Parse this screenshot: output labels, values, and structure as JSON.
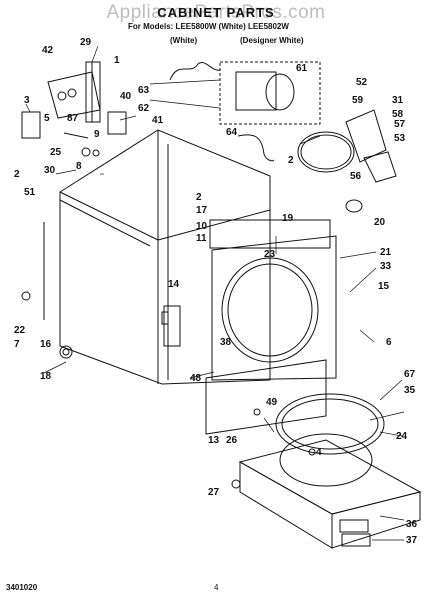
{
  "watermark": "AppliancePartsPros.com",
  "header": {
    "title": "CABINET PARTS",
    "models_line": "For Models: LEE5800W (White)  LEE5802W",
    "variant_left": "(White)",
    "variant_right": "(Designer White)"
  },
  "footer": {
    "doc_number": "3401020",
    "page_number": "4"
  },
  "callouts": [
    "29",
    "1",
    "42",
    "3",
    "5",
    "40",
    "87",
    "9",
    "41",
    "63",
    "62",
    "61",
    "52",
    "31",
    "59",
    "58",
    "57",
    "53",
    "64",
    "2",
    "56",
    "25",
    "2",
    "30",
    "51",
    "8",
    "2",
    "17",
    "19",
    "20",
    "10",
    "11",
    "21",
    "23",
    "33",
    "14",
    "15",
    "22",
    "7",
    "16",
    "18",
    "38",
    "6",
    "48",
    "49",
    "67",
    "35",
    "13",
    "26",
    "24",
    "4",
    "27",
    "36",
    "37"
  ]
}
